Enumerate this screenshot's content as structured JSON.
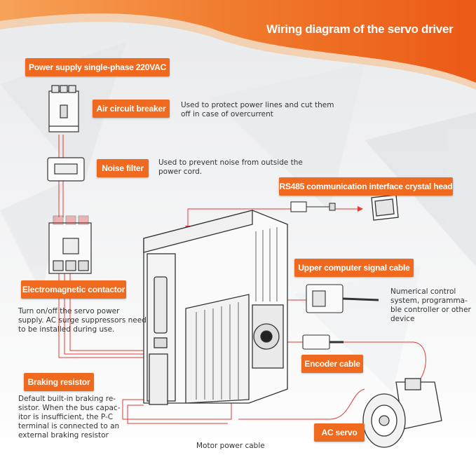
{
  "title": "Wiring diagram of the servo driver",
  "colors": {
    "accent": "#ef6a1f",
    "wire": "#e53935",
    "tag_text": "#ffffff",
    "desc_text": "#333333"
  },
  "labels": {
    "power_supply": "Power supply single-phase 220VAC",
    "air_breaker": "Air circuit breaker",
    "noise_filter": "Noise filter",
    "rs485": "RS485 communication interface crystal head",
    "upper_computer": "Upper computer signal cable",
    "contactor": "Electromagnetic contactor",
    "encoder": "Encoder cable",
    "braking": "Braking resistor",
    "ac_servo": "AC servo"
  },
  "descriptions": {
    "air_breaker_line1": "Used to protect power lines and cut them",
    "air_breaker_line2": "off in case of overcurrent",
    "noise_filter_line1": "Used to prevent noise from outside the",
    "noise_filter_line2": "power cord.",
    "numerical_line1": "Numerical control",
    "numerical_line2": "system, programma-",
    "numerical_line3": "ble controller or other",
    "numerical_line4": "device",
    "contactor_line1": "Turn on/off the servo power",
    "contactor_line2": "supply. AC surge suppressors need",
    "contactor_line3": "to be installed during use.",
    "braking_line1": "Default built-in braking re-",
    "braking_line2": "sistor. When the bus capac-",
    "braking_line3": "itor is insufficient, the P-C",
    "braking_line4": "terminal is connected to an",
    "braking_line5": "external braking resistor",
    "motor_cable": "Motor power cable"
  }
}
